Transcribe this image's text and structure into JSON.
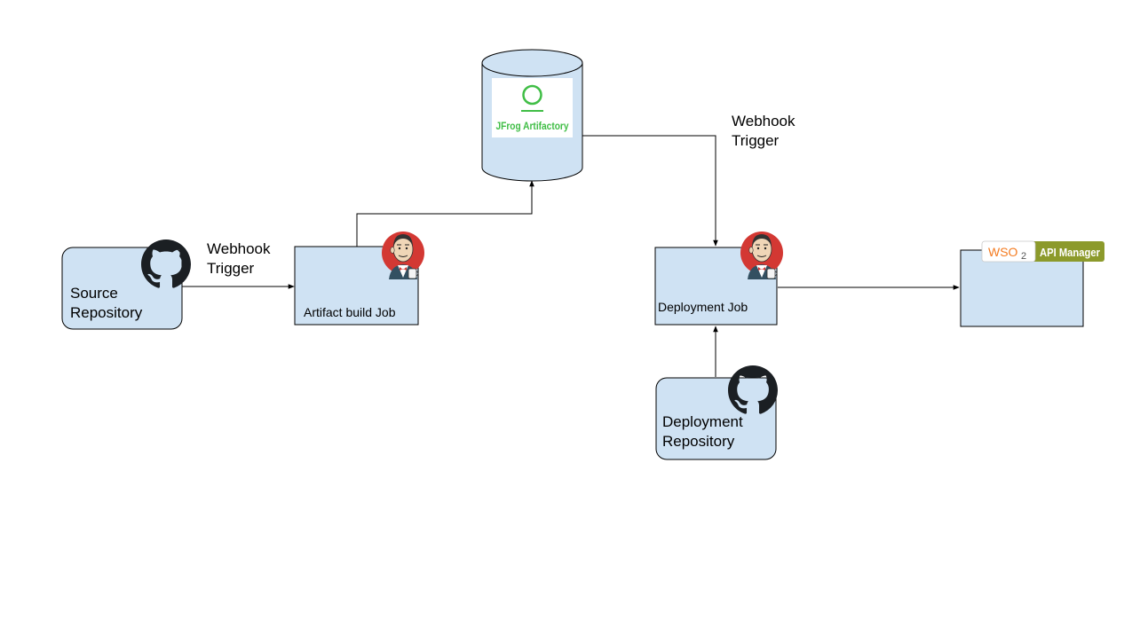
{
  "nodes": {
    "source_repo": {
      "line1": "Source",
      "line2": "Repository"
    },
    "build_job": {
      "label": "Artifact build Job"
    },
    "artifactory": {
      "logo_text": "JFrog Artifactory"
    },
    "deploy_job": {
      "label": "Deployment Job"
    },
    "deploy_repo": {
      "line1": "Deployment",
      "line2": "Repository"
    },
    "api_manager": {
      "badge_left": "WSO",
      "badge_sub": "2",
      "badge_right": "API Manager"
    }
  },
  "edges": {
    "source_to_build": {
      "line1": "Webhook",
      "line2": "Trigger"
    },
    "artifactory_to_deploy": {
      "line1": "Webhook",
      "line2": "Trigger"
    }
  },
  "colors": {
    "box_fill": "#cfe2f3",
    "stroke": "#000000",
    "jfrog_green": "#40be46",
    "wso2_orange": "#f47b20",
    "api_olive": "#8c9a2b",
    "jenkins_red": "#d33833"
  },
  "icons": [
    "github-icon",
    "jenkins-icon",
    "jfrog-logo",
    "wso2-api-manager-logo"
  ]
}
